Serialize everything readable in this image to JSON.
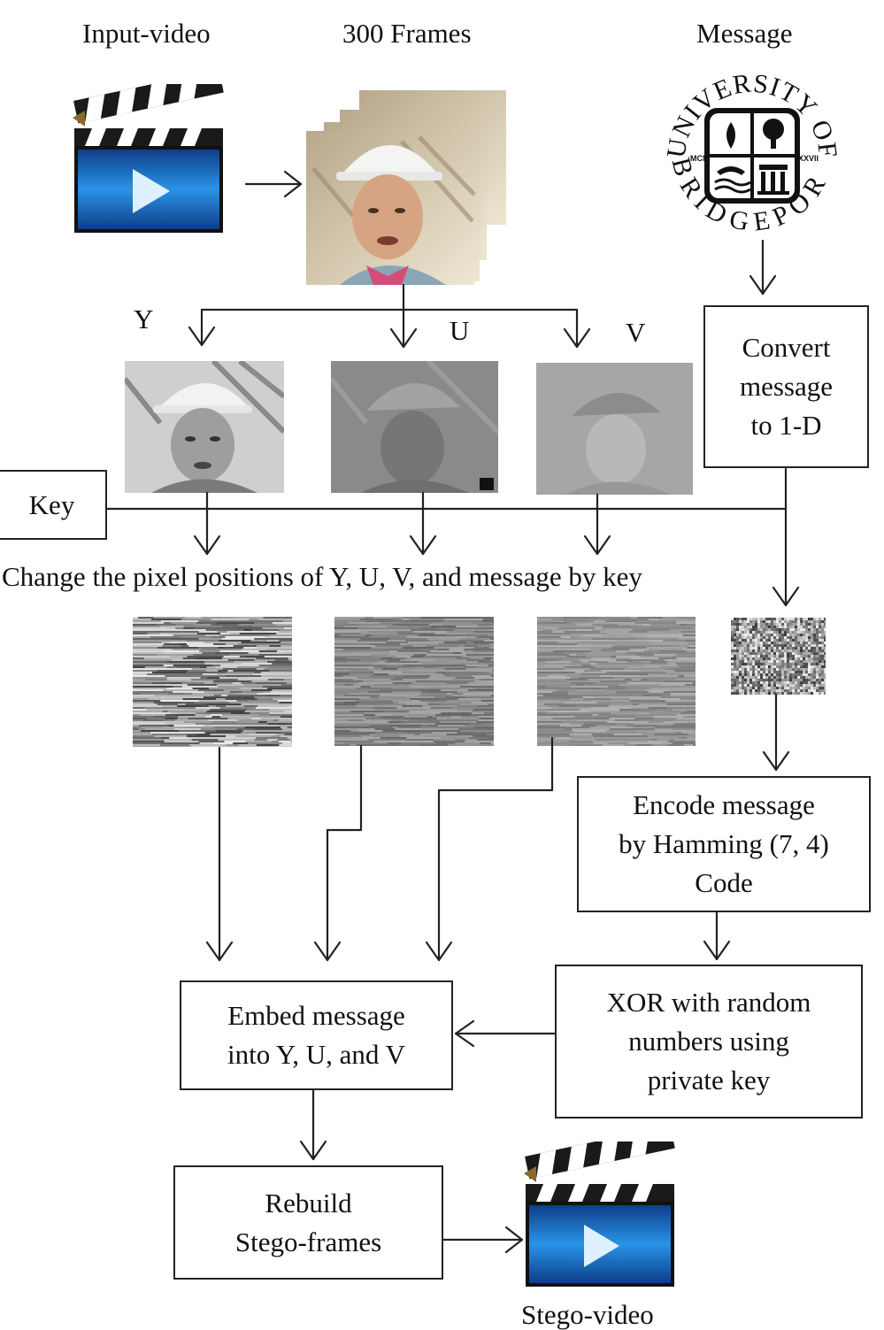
{
  "labels": {
    "input_video": "Input-video",
    "frames": "300 Frames",
    "message": "Message",
    "y": "Y",
    "u": "U",
    "v": "V",
    "change": "Change the pixel positions of Y, U, V, and message by key",
    "stego_video": "Stego-video"
  },
  "boxes": {
    "key": "Key",
    "convert": [
      "Convert",
      "message",
      "to 1-D"
    ],
    "encode": [
      "Encode message",
      "by Hamming (7, 4)",
      "Code"
    ],
    "xor": [
      "XOR with random",
      "numbers using",
      "private key"
    ],
    "embed": [
      "Embed message",
      "into Y, U, and V"
    ],
    "rebuild": [
      "Rebuild",
      "Stego-frames"
    ]
  },
  "logo": {
    "top_text": "UNIVERSITY OF",
    "bottom_text": "BRIDGEPORT",
    "left_text": "MCM",
    "right_text": "XXVII"
  },
  "colors": {
    "line": "#222222",
    "video_blue": "#1f7fd6",
    "clapper_dark": "#1a1a1a"
  }
}
